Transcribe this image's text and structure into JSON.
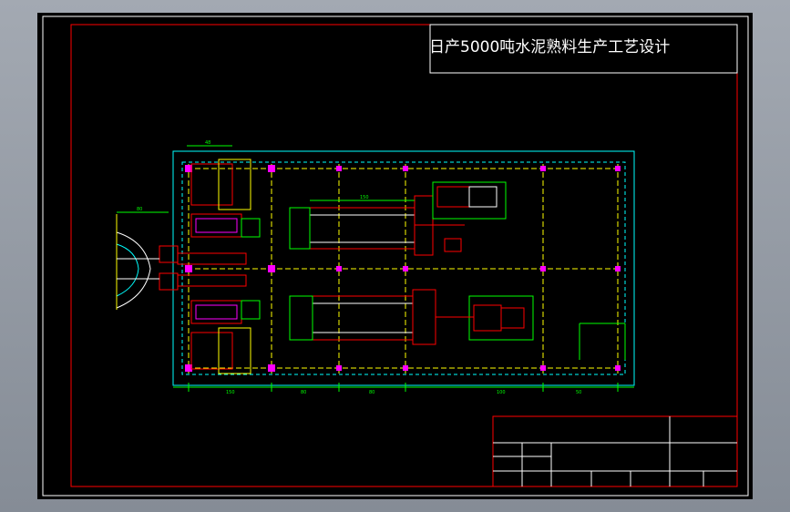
{
  "drawing": {
    "title": "日产5000吨水泥熟料生产工艺设计"
  },
  "colors": {
    "background": "#000000",
    "outer_frame": "#ffffff",
    "border": "#ff0000",
    "building": "#00ffff",
    "axis": "#ffff00",
    "equipment": "#ff0000",
    "column": "#ff00ff",
    "dimension": "#00ff00"
  },
  "dimensions": {
    "top_overall": "48",
    "left_block": "80",
    "bottom_1": "150",
    "bottom_2": "80",
    "bottom_3": "80",
    "bottom_4": "100",
    "bottom_5": "50",
    "upper_kiln": "150"
  }
}
